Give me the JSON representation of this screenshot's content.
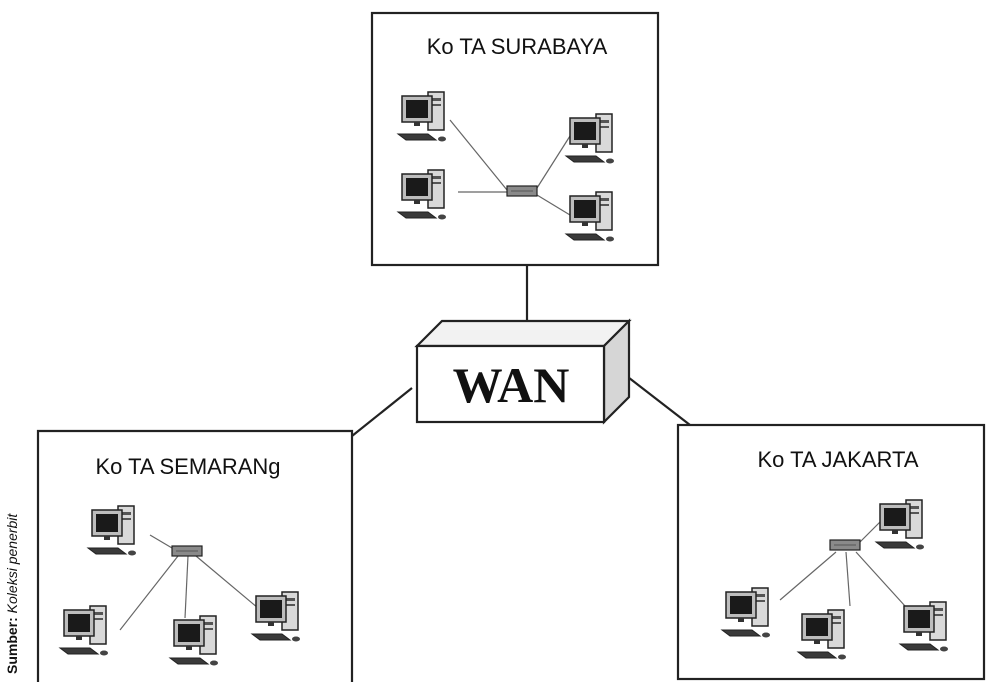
{
  "wan": {
    "label": "WAN"
  },
  "cities": [
    {
      "label": "Ko TA SURABAYA"
    },
    {
      "label": "Ko TA SEMARANg"
    },
    {
      "label": "Ko TA JAKARTA"
    }
  ],
  "source": {
    "key": "Sumber:",
    "value": "Koleksi penerbit"
  },
  "icons": {
    "computer": "desktop-computer-icon",
    "hub": "network-hub-icon"
  },
  "colors": {
    "line": "#222222",
    "box_border": "#222222",
    "wan_fill": "#ffffff",
    "hub_fill": "#8a8a8a",
    "monitor_screen": "#1a1a1a"
  }
}
